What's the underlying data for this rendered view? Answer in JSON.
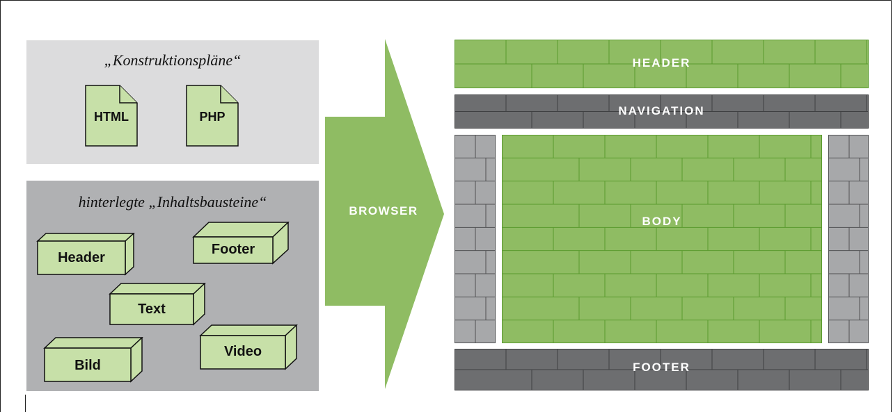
{
  "left": {
    "templates_title": "„Konstruktionspläne“",
    "files": [
      "HTML",
      "PHP"
    ],
    "content_title": "hinterlegte „Inhaltsbausteine“",
    "blocks": [
      "Header",
      "Footer",
      "Text",
      "Bild",
      "Video"
    ]
  },
  "arrow": {
    "label": "BROWSER"
  },
  "page": {
    "header": "HEADER",
    "navigation": "NAVIGATION",
    "body": "BODY",
    "footer": "FOOTER"
  },
  "colors": {
    "green_brick": "#8fbc63",
    "green_mortar": "#5a9a2e",
    "dark_brick": "#6d6e70",
    "dark_mortar": "#3f4042",
    "grey_brick": "#a7a8aa",
    "grey_mortar": "#505153",
    "doc_fill": "#c7e0a8",
    "arrow_green": "#8fbc63"
  }
}
